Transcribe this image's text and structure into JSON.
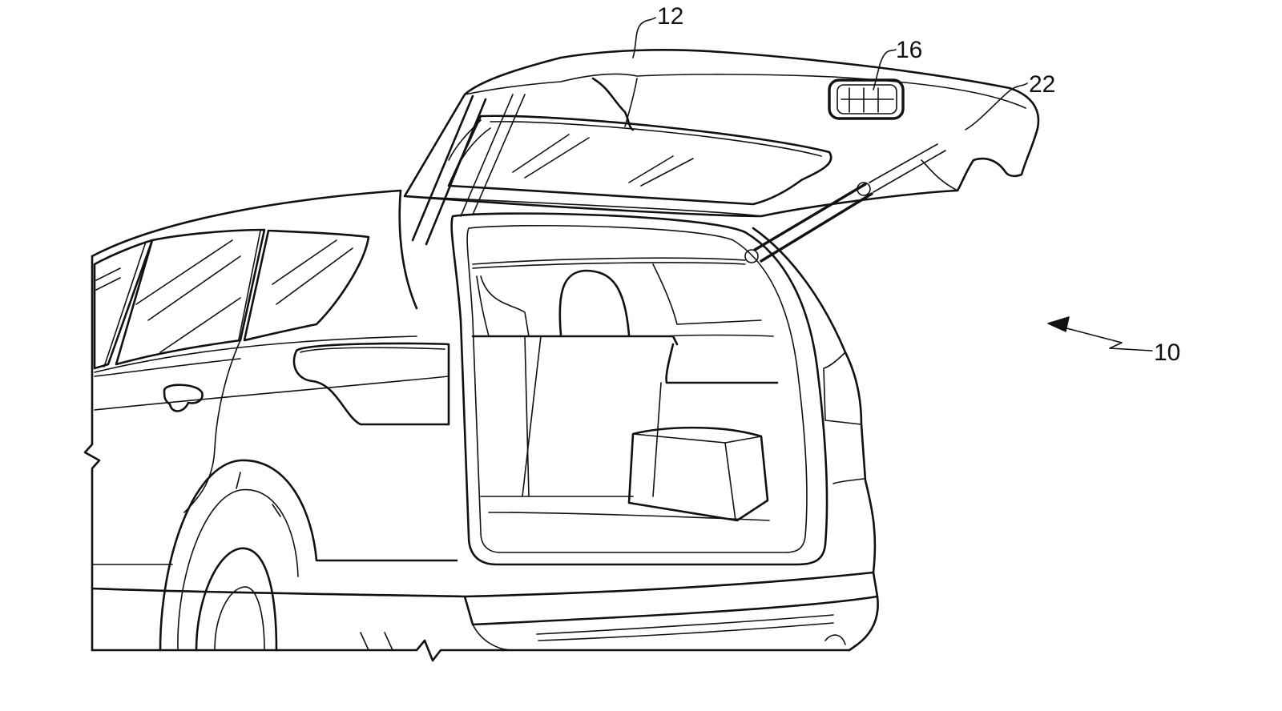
{
  "labels": {
    "ref_12": "12",
    "ref_16": "16",
    "ref_22": "22",
    "ref_10": "10"
  },
  "colors": {
    "line": "#111111",
    "background": "#ffffff"
  }
}
